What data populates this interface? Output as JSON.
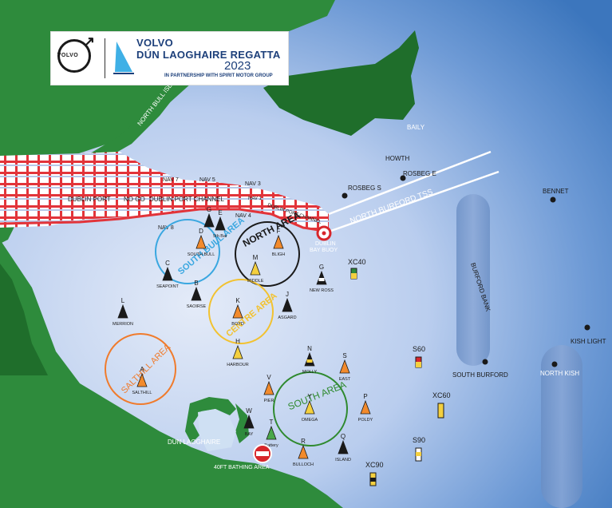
{
  "logo": {
    "brand": "VOLVO",
    "line1": "VOLVO",
    "line2": "DÚN LAOGHAIRE REGATTA",
    "year": "2023",
    "partner": "IN PARTNERSHIP WITH SPIRIT MOTOR GROUP"
  },
  "colors": {
    "land": "#2e8b3c",
    "land_dark": "#1e6b2a",
    "sea_near": "#dfe7f7",
    "sea_far": "#3f7cc2",
    "course_red": "#d7262b",
    "mark_orange": "#f28a2c",
    "mark_yellow": "#f4d03f",
    "mark_black": "#1a1a1a",
    "south_bull_area": "#3aa7e0",
    "north_area": "#1a1a1a",
    "centre_area": "#f2c230",
    "salthill_area": "#f07b2c",
    "south_area": "#2f8a2f"
  },
  "labels": {
    "north_bull_island": "NORTH BULL ISLAND",
    "baily": "BAILY",
    "howth": "HOWTH",
    "rosbeg_s": "ROSBEG S",
    "rosbeg_e": "ROSBEG E",
    "bennet": "BENNET",
    "nav7": "NAV 7",
    "nav5": "NAV 5",
    "nav3": "NAV 3",
    "nav4": "NAV 4",
    "nav8": "NAV 8",
    "nav1": "NAV 1",
    "dublin_port": "DUBLIN PORT",
    "no_go1": "NO GO",
    "dublin_port_channel": "DUBLIN PORT CHANNEL",
    "no_go2": "NO GO",
    "dublin_port_channel2": "DUBLIN PORT CHANNEL",
    "north_burford_tss": "NORTH BURFORD TSS",
    "dublin_bay_buoy1": "DUBLIN",
    "dublin_bay_buoy2": "BAY BUOY",
    "burford_bank": "BURFORD BANK",
    "south_burford": "SOUTH BURFORD",
    "north_kish": "NORTH KISH",
    "kish_light": "KISH LIGHT",
    "dun_laoghaire": "DUN LAOGHAIRE",
    "bathing_area": "40FT BATHING AREA",
    "xc40": "XC40",
    "s60": "S60",
    "xc60": "XC60",
    "s90": "S90",
    "xc90": "XC90"
  },
  "areas": {
    "south_bull": "SOUTH BULL AREA",
    "north": "NORTH AREA",
    "centre": "CENTRE AREA",
    "salthill": "SALTHILL AREA",
    "south": "SOUTH AREA"
  },
  "marks": [
    {
      "letter": "G",
      "name": "",
      "color": "black"
    },
    {
      "letter": "E",
      "name": "5th Bar",
      "color": "black"
    },
    {
      "letter": "D",
      "name": "SOUTH BULL",
      "color": "orange"
    },
    {
      "letter": "C",
      "name": "SEAPOINT",
      "color": "black"
    },
    {
      "letter": "B",
      "name": "SAOIRSE",
      "color": "black"
    },
    {
      "letter": "F",
      "name": "BLIGH",
      "color": "orange"
    },
    {
      "letter": "M",
      "name": "MIDDLE",
      "color": "yellow"
    },
    {
      "letter": "G",
      "name": "NEW ROSS",
      "color": "blackwhite"
    },
    {
      "letter": "L",
      "name": "MERRION",
      "color": "black"
    },
    {
      "letter": "K",
      "name": "BOYD",
      "color": "orange"
    },
    {
      "letter": "J",
      "name": "ASGARD",
      "color": "black"
    },
    {
      "letter": "H",
      "name": "HARBOUR",
      "color": "yellow"
    },
    {
      "letter": "A",
      "name": "SALTHILL",
      "color": "orange"
    },
    {
      "letter": "N",
      "name": "MOLLY",
      "color": "blackyellow"
    },
    {
      "letter": "S",
      "name": "EAST",
      "color": "orange"
    },
    {
      "letter": "V",
      "name": "PIER",
      "color": "orange"
    },
    {
      "letter": "Y",
      "name": "OMEGA",
      "color": "yellow"
    },
    {
      "letter": "P",
      "name": "POLDY",
      "color": "orange"
    },
    {
      "letter": "W",
      "name": "BAY",
      "color": "black"
    },
    {
      "letter": "T",
      "name": "Battery",
      "color": "green"
    },
    {
      "letter": "R",
      "name": "BULLOCH",
      "color": "orange"
    },
    {
      "letter": "Q",
      "name": "ISLAND",
      "color": "black"
    }
  ]
}
